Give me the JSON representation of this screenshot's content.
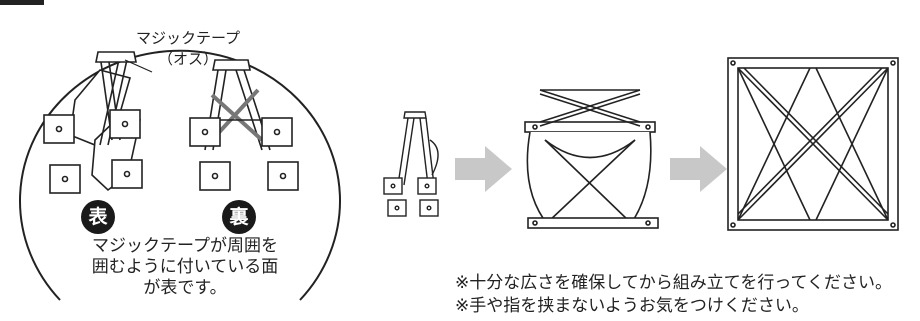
{
  "labels": {
    "velcro_name": "マジックテープ",
    "velcro_type": "（オス）",
    "front_badge": "表",
    "back_badge": "裏",
    "caption_line1": "マジックテープが周囲を",
    "caption_line2": "囲むように付いている面",
    "caption_line3": "が表です。"
  },
  "notes": {
    "line1": "※十分な広さを確保してから組み立てを行ってください。",
    "line2": "※手や指を挟まないようお気をつけください。"
  },
  "colors": {
    "arrow": "#c8c8c8",
    "ink": "#222222",
    "fabric": "#ffffff"
  },
  "icons": [
    "arrow-right-icon",
    "arrow-right-icon"
  ]
}
